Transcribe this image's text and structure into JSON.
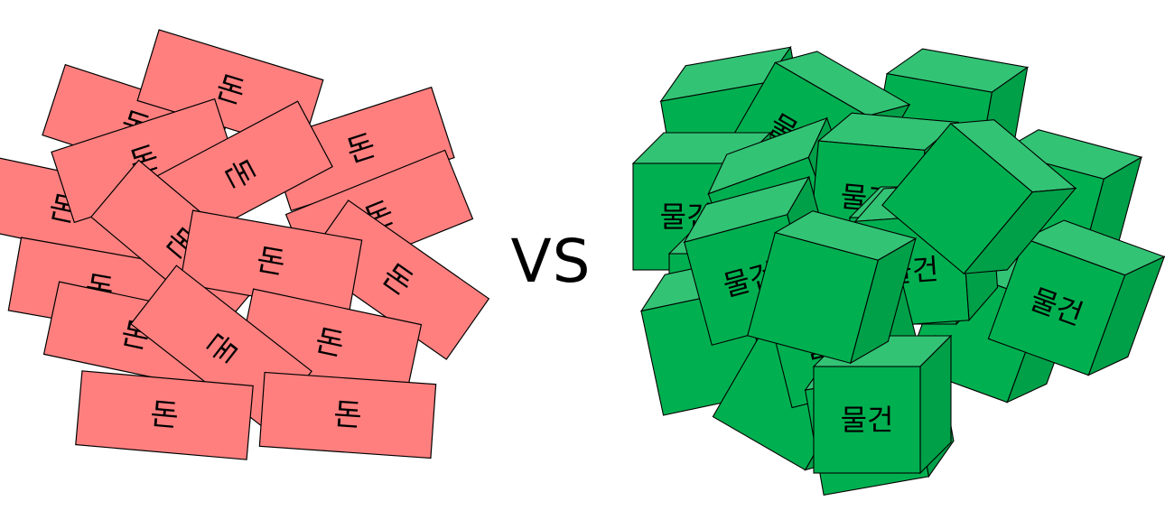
{
  "comparison": {
    "vs_label": "VS",
    "money": {
      "item_label": "돈",
      "item_count": 16,
      "fill_color": "#ff7f7f",
      "stroke_color": "#000000"
    },
    "goods": {
      "item_label": "물건",
      "item_count": 20,
      "front_color": "#00b050",
      "top_color": "#33c375",
      "side_color": "#00a048",
      "stroke_color": "#000000"
    }
  }
}
